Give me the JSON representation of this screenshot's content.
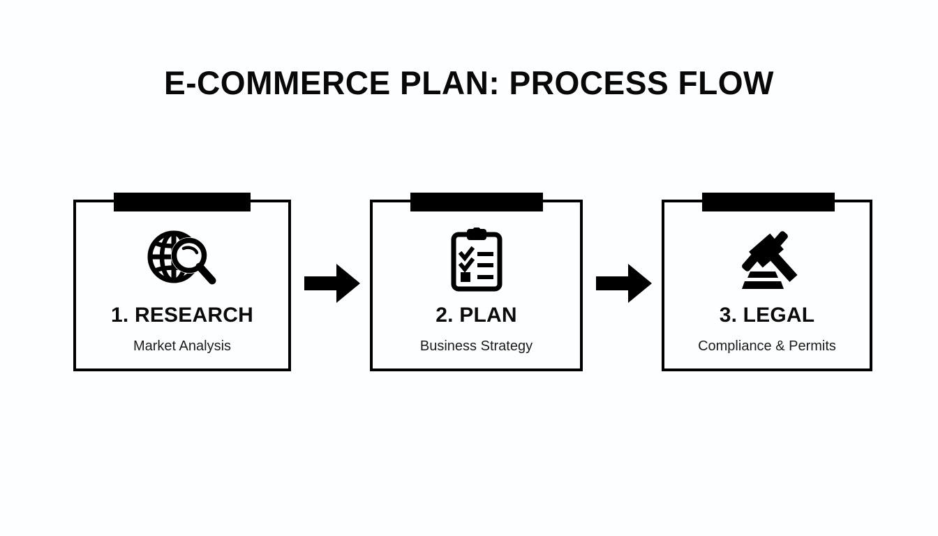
{
  "slide": {
    "title": "E-COMMERCE PLAN: PROCESS FLOW",
    "background_color": "#fdfeff",
    "ink_color": "#000000"
  },
  "flow": {
    "steps": [
      {
        "icon": "globe-search-icon",
        "heading": "1. RESEARCH",
        "subtitle": "Market Analysis"
      },
      {
        "icon": "clipboard-checklist-icon",
        "heading": "2. PLAN",
        "subtitle": "Business Strategy"
      },
      {
        "icon": "gavel-icon",
        "heading": "3. LEGAL",
        "subtitle": "Compliance & Permits"
      }
    ],
    "connectors": [
      {
        "icon": "arrow-right-icon"
      },
      {
        "icon": "arrow-right-icon"
      }
    ]
  }
}
